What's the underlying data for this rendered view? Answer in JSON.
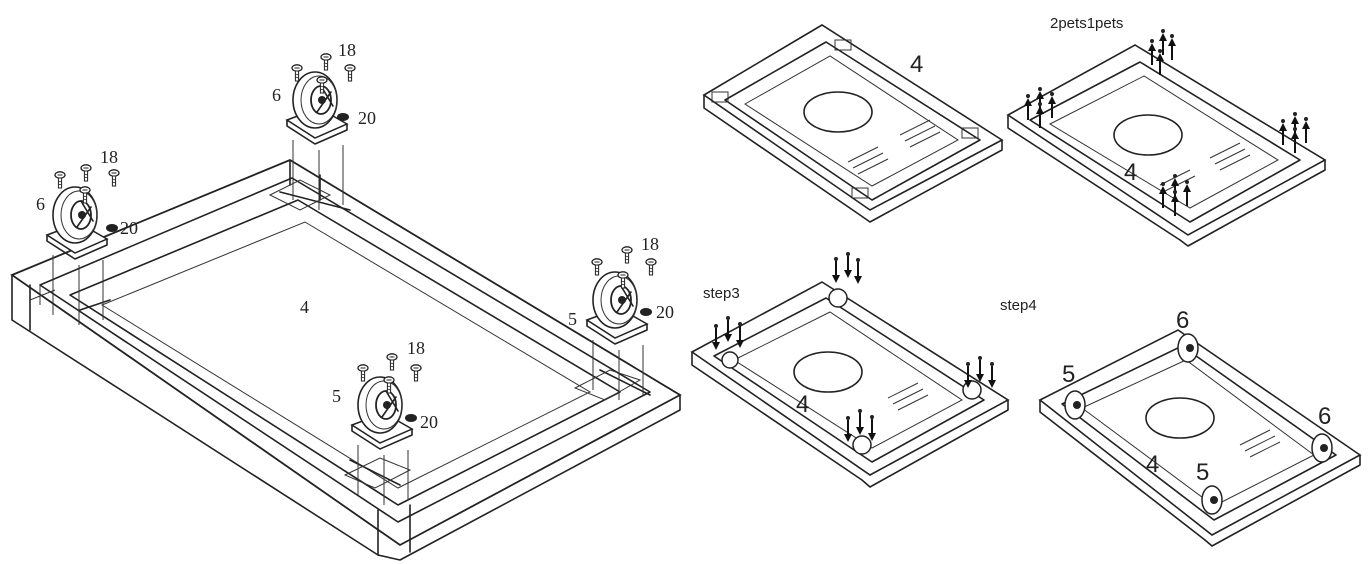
{
  "main_view": {
    "base_label": "4",
    "front_left_caster": {
      "caster": "5",
      "screw": "18",
      "washer": "20"
    },
    "front_right_caster": {
      "caster": "5",
      "screw": "18",
      "washer": "20"
    },
    "rear_left_caster": {
      "caster": "6",
      "screw": "18",
      "washer": "20"
    },
    "rear_right_caster": {
      "caster": "6",
      "screw": "18",
      "washer": "20"
    }
  },
  "step1": {
    "base_label": "4"
  },
  "step2": {
    "caption": "2pets1pets",
    "base_label": "4"
  },
  "step3": {
    "caption": "step3",
    "base_label": "4"
  },
  "step4": {
    "caption": "step4",
    "base_label": "4",
    "caster_labels": [
      "5",
      "6",
      "6",
      "5"
    ]
  }
}
